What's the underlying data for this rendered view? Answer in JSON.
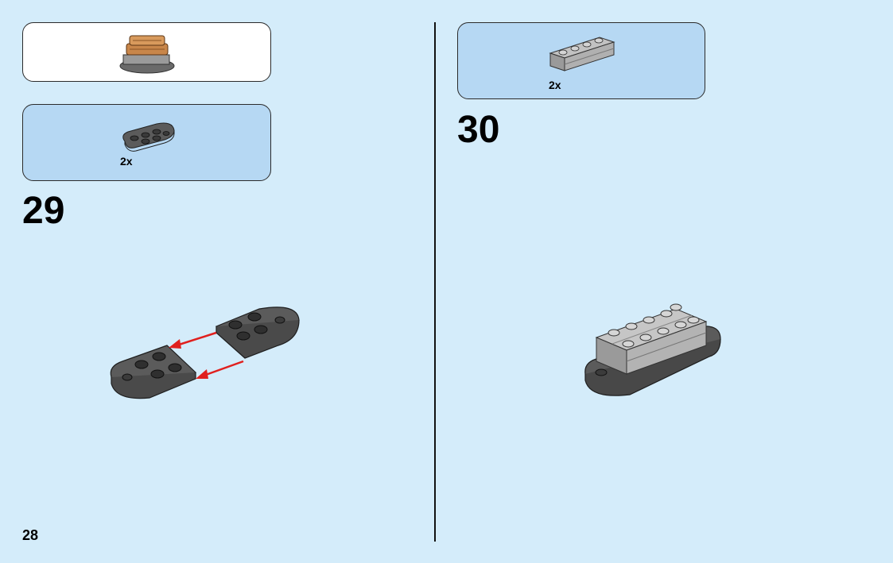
{
  "left_column": {
    "submodel_callout": {},
    "parts_callout": {
      "quantity": "2x",
      "part": "dark-grey-round-plate-2x3"
    },
    "step_number": "29"
  },
  "right_column": {
    "parts_callout": {
      "quantity": "2x",
      "part": "light-grey-brick-1x4-with-groove"
    },
    "step_number": "30"
  },
  "page_number": "28",
  "colors": {
    "background": "#d4ecfa",
    "callout_blue": "#b6d8f3",
    "arrow": "#e0201e",
    "dark_grey": "#5b5b5b",
    "light_grey": "#a9a9a9",
    "wood": "#c8864a"
  }
}
